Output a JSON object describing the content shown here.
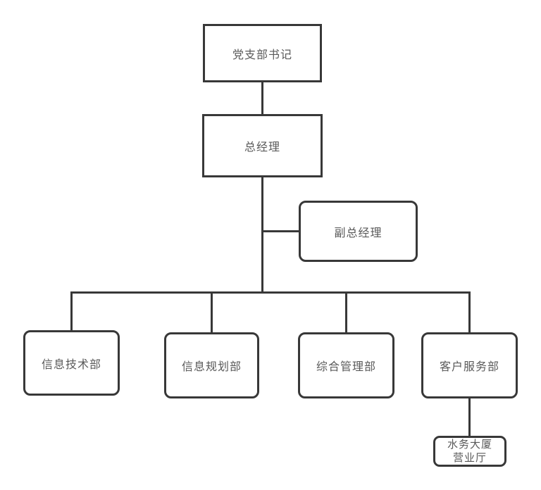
{
  "diagram": {
    "background": "#ffffff",
    "line_color": "#383838",
    "text_color": "#595959",
    "nodes": {
      "party_secretary": {
        "label": "党支部书记",
        "shape": "rectangle"
      },
      "general_manager": {
        "label": "总经理",
        "shape": "rectangle"
      },
      "deputy_general_manager": {
        "label": "副总经理",
        "shape": "rounded-rectangle"
      },
      "it_dept": {
        "label": "信息技术部",
        "shape": "rounded-rectangle"
      },
      "info_planning_dept": {
        "label": "信息规划部",
        "shape": "rounded-rectangle"
      },
      "general_admin_dept": {
        "label": "综合管理部",
        "shape": "rounded-rectangle"
      },
      "customer_service_dept": {
        "label": "客户服务部",
        "shape": "rounded-rectangle"
      },
      "water_building_hall": {
        "label_line1": "水务大厦",
        "label_line2": "营业厅",
        "shape": "rounded-rectangle"
      }
    },
    "edges": [
      {
        "from": "party_secretary",
        "to": "general_manager"
      },
      {
        "from": "general_manager",
        "to": "deputy_general_manager"
      },
      {
        "from": "general_manager",
        "to": "it_dept"
      },
      {
        "from": "general_manager",
        "to": "info_planning_dept"
      },
      {
        "from": "general_manager",
        "to": "general_admin_dept"
      },
      {
        "from": "general_manager",
        "to": "customer_service_dept"
      },
      {
        "from": "customer_service_dept",
        "to": "water_building_hall"
      }
    ]
  }
}
